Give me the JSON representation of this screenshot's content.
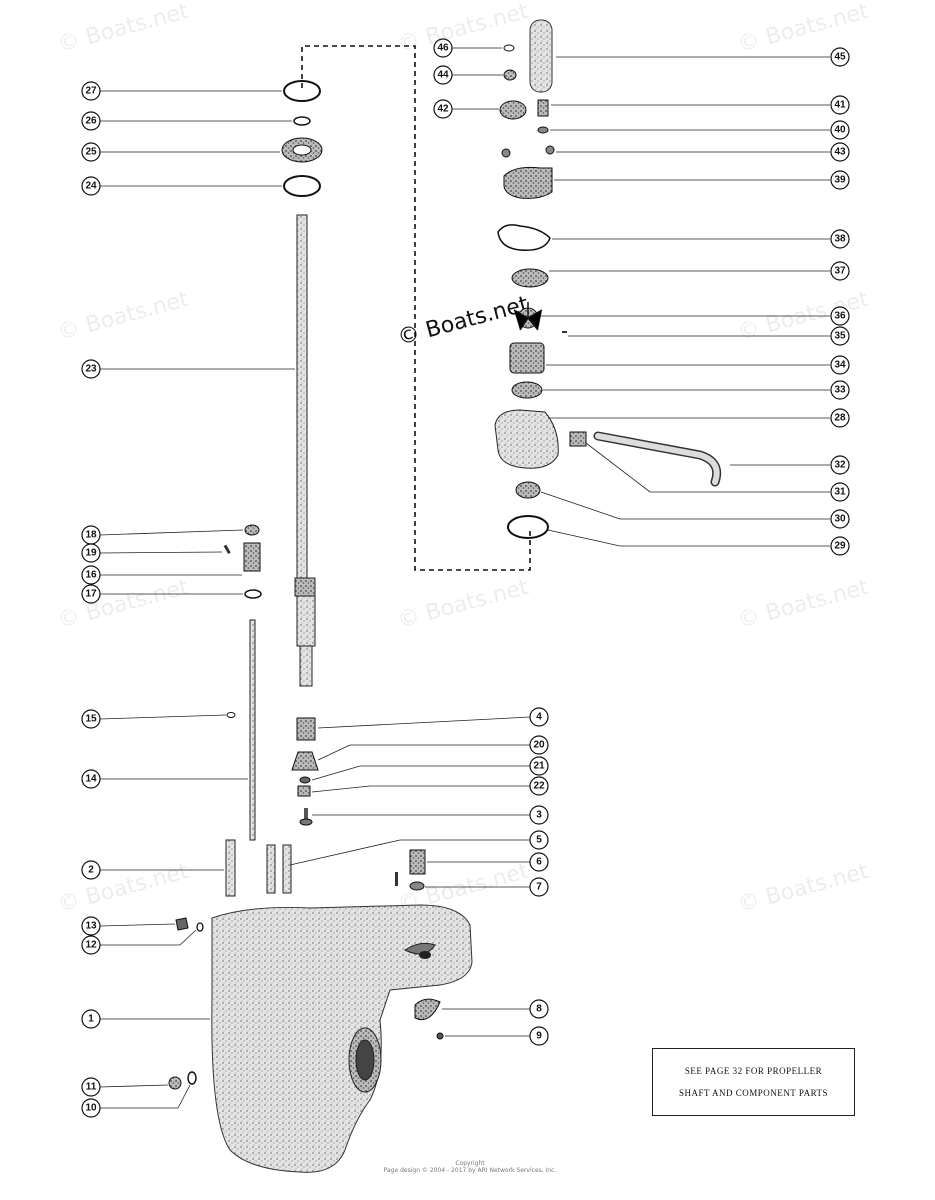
{
  "watermark": "© Boats.net",
  "center_watermark": "© Boats.net",
  "note": {
    "line1": "SEE PAGE 32 FOR PROPELLER",
    "line2": "SHAFT AND COMPONENT PARTS"
  },
  "footer": {
    "line1": "Copyright",
    "line2": "Page design © 2004 - 2017 by ARI Network Services, Inc."
  },
  "callouts": [
    "1",
    "2",
    "3",
    "4",
    "5",
    "6",
    "7",
    "8",
    "9",
    "10",
    "11",
    "12",
    "13",
    "14",
    "15",
    "16",
    "17",
    "18",
    "19",
    "20",
    "21",
    "22",
    "23",
    "24",
    "25",
    "26",
    "27",
    "28",
    "29",
    "30",
    "31",
    "32",
    "33",
    "34",
    "35",
    "36",
    "37",
    "38",
    "39",
    "40",
    "41",
    "42",
    "43",
    "44",
    "45",
    "46"
  ]
}
